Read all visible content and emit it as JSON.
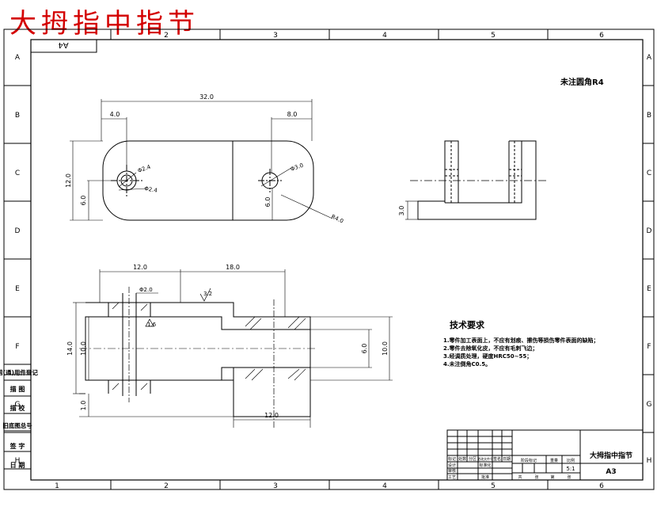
{
  "header_title": "大拇指中指节",
  "corner_mark": "A4",
  "sheet_cols": [
    "1",
    "2",
    "3",
    "4",
    "5",
    "6"
  ],
  "sheet_rows": [
    "A",
    "B",
    "C",
    "D",
    "E",
    "F",
    "G",
    "H"
  ],
  "side_block": [
    "借(通)用件登记",
    "描 图",
    "描 校",
    "旧底图总号",
    "签 字",
    "日 期"
  ],
  "fillet_note": "未注圆角R4",
  "dimensions": {
    "overall_length": "32.0",
    "left_hole_offset": "4.0",
    "right_hole_offset": "8.0",
    "height": "12.0",
    "half_height_left": "6.0",
    "half_height_right": "6.0",
    "small_dia": "Φ2.4",
    "small_dia2": "Φ2.4",
    "hole_dia": "Φ3.0",
    "outer_radius": "R4.0",
    "side_height": "3.0",
    "front_left_len": "12.0",
    "front_right_len": "18.0",
    "pin_dia": "Φ2.0",
    "front_height": "14.0",
    "inner_height": "10.0",
    "slot_depth": "6.0",
    "right_height": "10.0",
    "bottom_gap": "1.0",
    "bottom_len": "12.0",
    "roughness": "3.2",
    "roughness_small": "1.6"
  },
  "tech_requirements": {
    "title": "技术要求",
    "lines": [
      "1.零件加工表面上，不应有划痕、擦伤等损伤零件表面的缺陷；",
      "2.零件去除氧化皮，不应有毛刺飞边；",
      "3.经调质处理，硬度HRC50~55；",
      "4.未注倒角C0.5。"
    ]
  },
  "title_block": {
    "part_name": "大拇指中指节",
    "material": "A3",
    "scale": "5:1",
    "labels": [
      "标记",
      "处数",
      "分区",
      "更改文件号",
      "签名",
      "日期",
      "设计",
      "标准化",
      "审核",
      "工艺",
      "批准",
      "阶段标记",
      "重量",
      "比例",
      "共",
      "张",
      "第",
      "张"
    ]
  }
}
